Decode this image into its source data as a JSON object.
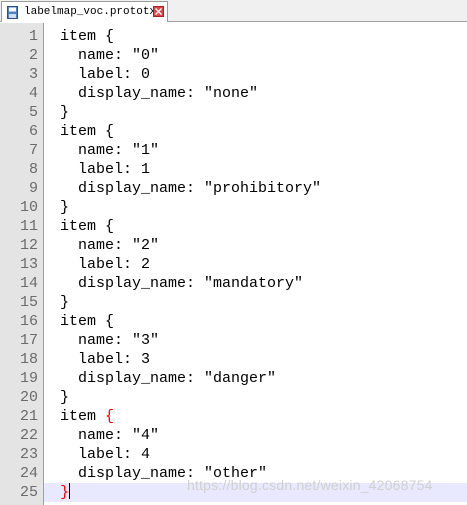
{
  "tab": {
    "filename": "labelmap_voc.prototxt",
    "file_icon": "save-disk-icon",
    "close_icon": "close-icon"
  },
  "colors": {
    "gutter_bg": "#e4e4e4",
    "current_line_bg": "#e8e8ff",
    "brace_highlight": "#ff0000",
    "close_button": "#e04343"
  },
  "editor": {
    "current_line": 25,
    "lines": [
      {
        "num": "1",
        "text": "item {"
      },
      {
        "num": "2",
        "text": "  name: \"0\""
      },
      {
        "num": "3",
        "text": "  label: 0"
      },
      {
        "num": "4",
        "text": "  display_name: \"none\""
      },
      {
        "num": "5",
        "text": "}"
      },
      {
        "num": "6",
        "text": "item {"
      },
      {
        "num": "7",
        "text": "  name: \"1\""
      },
      {
        "num": "8",
        "text": "  label: 1"
      },
      {
        "num": "9",
        "text": "  display_name: \"prohibitory\""
      },
      {
        "num": "10",
        "text": "}"
      },
      {
        "num": "11",
        "text": "item {"
      },
      {
        "num": "12",
        "text": "  name: \"2\""
      },
      {
        "num": "13",
        "text": "  label: 2"
      },
      {
        "num": "14",
        "text": "  display_name: \"mandatory\""
      },
      {
        "num": "15",
        "text": "}"
      },
      {
        "num": "16",
        "text": "item {"
      },
      {
        "num": "17",
        "text": "  name: \"3\""
      },
      {
        "num": "18",
        "text": "  label: 3"
      },
      {
        "num": "19",
        "text": "  display_name: \"danger\""
      },
      {
        "num": "20",
        "text": "}"
      },
      {
        "num": "21",
        "text": "item ",
        "brace": "{"
      },
      {
        "num": "22",
        "text": "  name: \"4\""
      },
      {
        "num": "23",
        "text": "  label: 4"
      },
      {
        "num": "24",
        "text": "  display_name: \"other\""
      },
      {
        "num": "25",
        "text": "",
        "brace": "}"
      }
    ]
  },
  "watermark": "https://blog.csdn.net/weixin_42068754"
}
